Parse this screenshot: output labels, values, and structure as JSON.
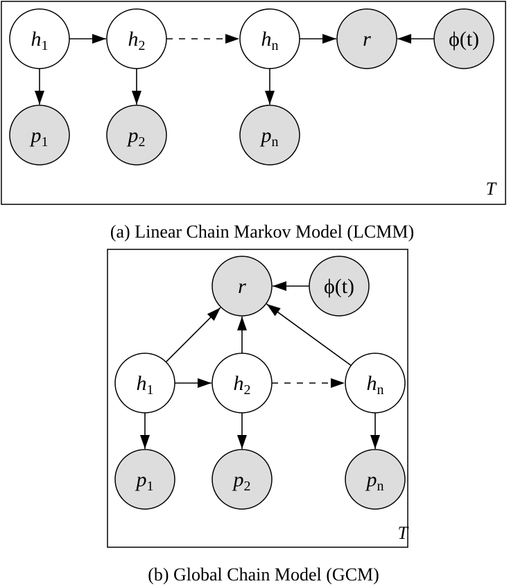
{
  "colors": {
    "background": "#ffffff",
    "stroke": "#000000",
    "hidden_fill": "#ffffff",
    "observed_fill": "#dddddd"
  },
  "panel_a": {
    "caption": "(a) Linear Chain Markov Model (LCMM)",
    "plate_label": "T",
    "nodes": {
      "h1": {
        "var": "h",
        "sub": "1",
        "observed": false
      },
      "h2": {
        "var": "h",
        "sub": "2",
        "observed": false
      },
      "hn": {
        "var": "h",
        "sub": "n",
        "observed": false
      },
      "r": {
        "var": "r",
        "sub": "",
        "observed": true
      },
      "phi": {
        "label": "ϕ(t)",
        "observed": true
      },
      "p1": {
        "var": "p",
        "sub": "1",
        "observed": true
      },
      "p2": {
        "var": "p",
        "sub": "2",
        "observed": true
      },
      "pn": {
        "var": "p",
        "sub": "n",
        "observed": true
      }
    },
    "edges": [
      {
        "from": "h1",
        "to": "h2",
        "style": "solid"
      },
      {
        "from": "h2",
        "to": "hn",
        "style": "dashed"
      },
      {
        "from": "hn",
        "to": "r",
        "style": "solid"
      },
      {
        "from": "phi",
        "to": "r",
        "style": "solid"
      },
      {
        "from": "h1",
        "to": "p1",
        "style": "solid"
      },
      {
        "from": "h2",
        "to": "p2",
        "style": "solid"
      },
      {
        "from": "hn",
        "to": "pn",
        "style": "solid"
      }
    ]
  },
  "panel_b": {
    "caption": "(b) Global Chain Model (GCM)",
    "plate_label": "T",
    "nodes": {
      "r": {
        "var": "r",
        "sub": "",
        "observed": true
      },
      "phi": {
        "label": "ϕ(t)",
        "observed": true
      },
      "h1": {
        "var": "h",
        "sub": "1",
        "observed": false
      },
      "h2": {
        "var": "h",
        "sub": "2",
        "observed": false
      },
      "hn": {
        "var": "h",
        "sub": "n",
        "observed": false
      },
      "p1": {
        "var": "p",
        "sub": "1",
        "observed": true
      },
      "p2": {
        "var": "p",
        "sub": "2",
        "observed": true
      },
      "pn": {
        "var": "p",
        "sub": "n",
        "observed": true
      }
    },
    "edges": [
      {
        "from": "phi",
        "to": "r",
        "style": "solid"
      },
      {
        "from": "h1",
        "to": "r",
        "style": "solid"
      },
      {
        "from": "h2",
        "to": "r",
        "style": "solid"
      },
      {
        "from": "hn",
        "to": "r",
        "style": "solid"
      },
      {
        "from": "h1",
        "to": "h2",
        "style": "solid"
      },
      {
        "from": "h2",
        "to": "hn",
        "style": "dashed"
      },
      {
        "from": "h1",
        "to": "p1",
        "style": "solid"
      },
      {
        "from": "h2",
        "to": "p2",
        "style": "solid"
      },
      {
        "from": "hn",
        "to": "pn",
        "style": "solid"
      }
    ]
  }
}
